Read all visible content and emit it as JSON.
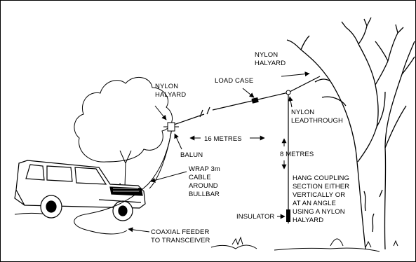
{
  "labels": {
    "nylon_halyard_left": [
      "NYLON",
      "HALYARD"
    ],
    "nylon_halyard_right": [
      "NYLON",
      "HALYARD"
    ],
    "load_case": "LOAD CASE",
    "nylon_leadthrough": [
      "NYLON",
      "LEADTHROUGH"
    ],
    "sixteen_metres": "16 METRES",
    "balun": "BALUN",
    "eight_metres": "8 METRES",
    "wrap_cable": [
      "WRAP 3m",
      "CABLE",
      "AROUND",
      "BULLBAR"
    ],
    "hang_coupling": [
      "HANG COUPLING",
      "SECTION EITHER",
      "VERTICALLY OR",
      "AT AN ANGLE",
      "USING A NYLON",
      "HALYARD"
    ],
    "insulator": "INSULATOR",
    "coaxial_feeder": [
      "COAXIAL FEEDER",
      "TO TRANSCEIVER"
    ]
  },
  "icons": [
    "tree",
    "vehicle",
    "balun",
    "insulator",
    "load-case"
  ]
}
